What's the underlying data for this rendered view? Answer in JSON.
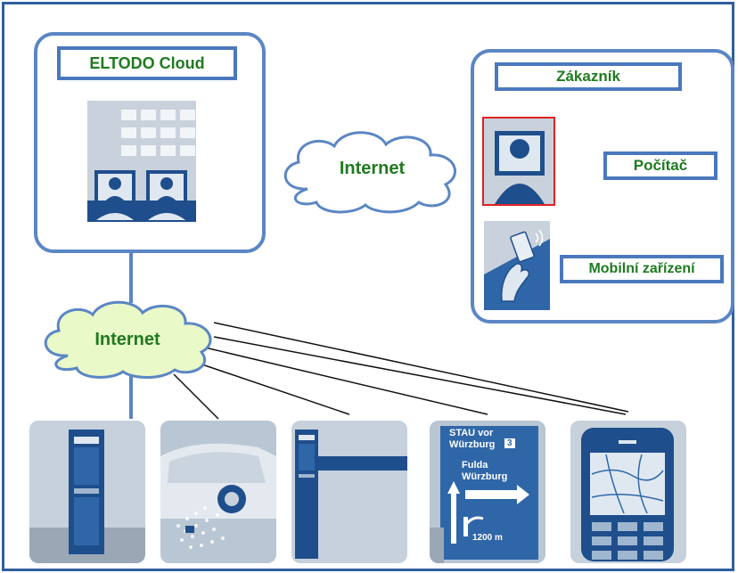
{
  "cloud_panel": {
    "title": "ELTODO Cloud"
  },
  "customer_panel": {
    "title": "Zákazník",
    "computer_label": "Počítač",
    "mobile_label": "Mobilní zařízení"
  },
  "clouds": {
    "middle": "Internet",
    "bottom": "Internet"
  },
  "sign_tile": {
    "line1": "STAU vor",
    "line2": "Würzburg",
    "route_number": "3",
    "dest1": "Fulda",
    "dest2": "Würzburg",
    "distance": "1200 m"
  },
  "colors": {
    "frame": "#2f5f9e",
    "panel_border": "#5b86c4",
    "label_text": "#1f7a1f",
    "cloud_fill": "#e9f9c8",
    "device_blue": "#1f4e8c",
    "tile_bg": "#c6d1dc"
  }
}
